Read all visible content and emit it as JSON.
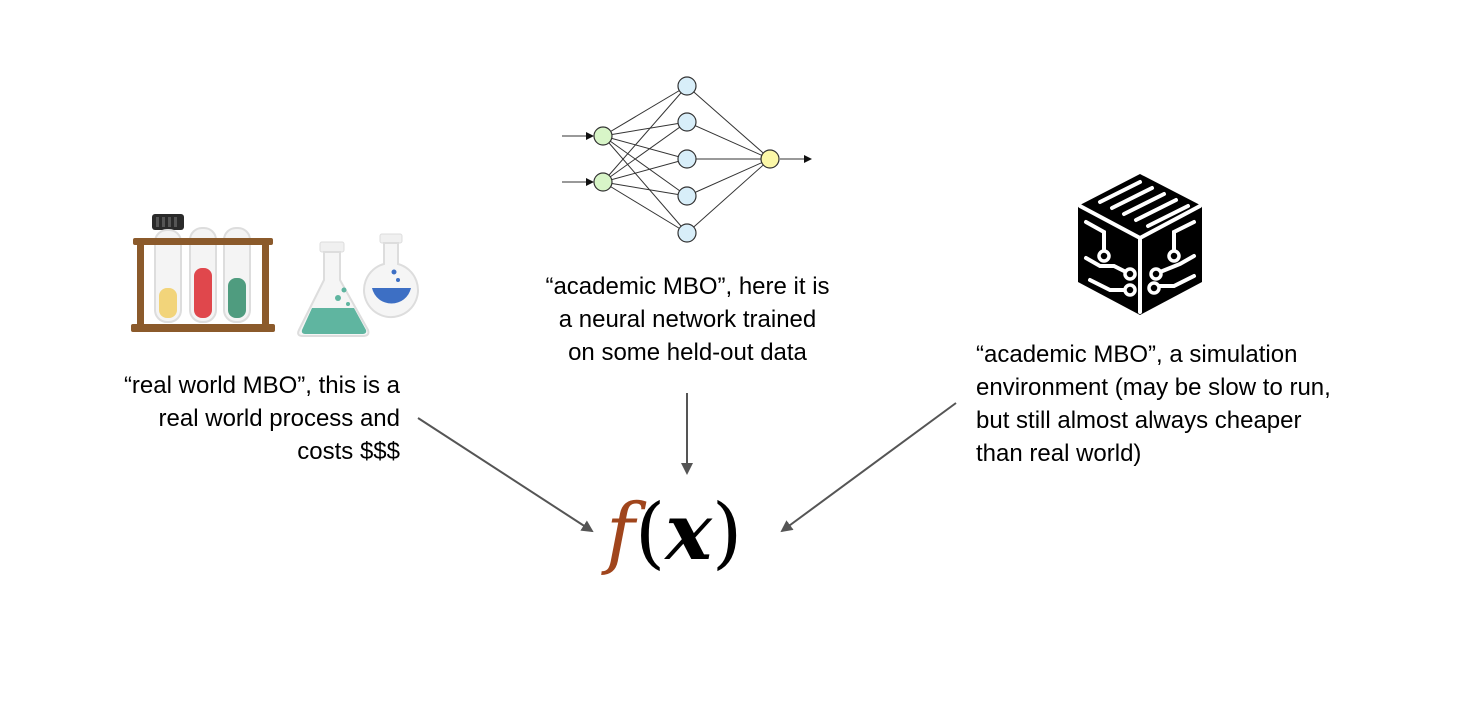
{
  "captions": {
    "left": [
      "“real world MBO”, this is a",
      "real world process and",
      "costs $$$"
    ],
    "middle": [
      "“academic MBO”, here it is",
      "a neural network trained",
      "on some held-out data"
    ],
    "right": [
      "“academic MBO”, a simulation",
      "environment (may be slow to run,",
      "but still almost always cheaper",
      "than real world)"
    ]
  },
  "formula": {
    "function": "f",
    "open": "(",
    "variable": "x",
    "close": ")"
  },
  "icons": [
    "test-tube-rack-icon",
    "flask-icon",
    "neural-network-icon",
    "circuit-cube-icon"
  ],
  "colors": {
    "formula_f": "#a0451c",
    "arrow": "#555555",
    "nn_input": "#d8f5c8",
    "nn_hidden": "#d8eef9",
    "nn_output": "#fbf7a8",
    "tube_yellow": "#f2d47a",
    "tube_red": "#e0474c",
    "tube_green": "#4f9c7f",
    "rack_wood": "#8b5a2b",
    "flask_teal": "#5fb5a0",
    "flask_blue": "#3d6fc4"
  }
}
